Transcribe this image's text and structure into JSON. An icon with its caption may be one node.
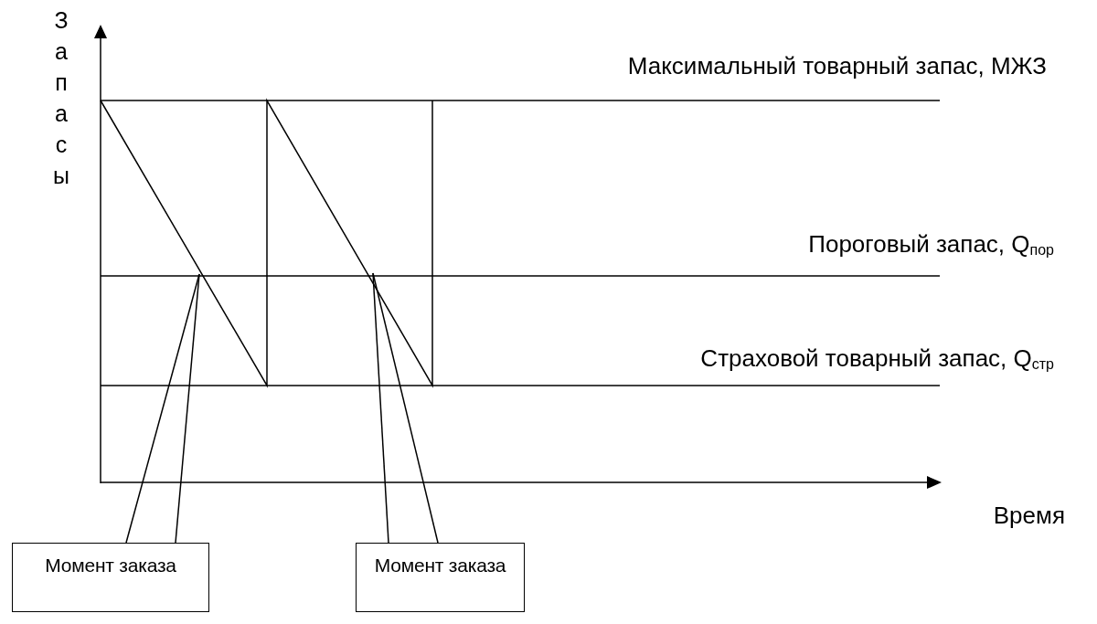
{
  "diagram": {
    "nodes": [
      {
        "text": [
          "Момент заказа"
        ]
      },
      {
        "text": [
          "Момент заказа"
        ]
      }
    ],
    "edges": [
      {
        "from": 0,
        "to": null,
        "arrow": "none"
      },
      {
        "from": 0,
        "to": null,
        "arrow": "none"
      },
      {
        "from": 1,
        "to": null,
        "arrow": "none"
      },
      {
        "from": 1,
        "to": null,
        "arrow": "none"
      }
    ],
    "labels": [
      "Запасы",
      "Максимальный товарный запас, МЖЗ",
      "Пороговый запас, Q$_{пор}$",
      "Страховой товарный запас, Q$_{стр}$",
      "Время"
    ]
  }
}
